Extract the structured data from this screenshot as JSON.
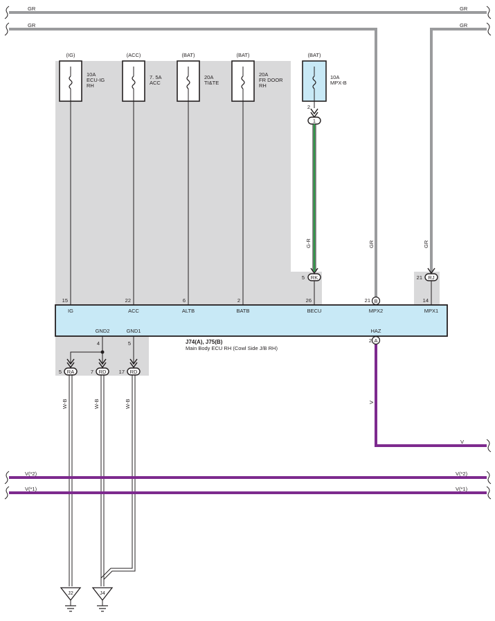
{
  "bus_lines": {
    "gr_top_left": "GR",
    "gr_top_right": "GR",
    "gr_second_left": "GR",
    "gr_second_right": "GR",
    "v2_left": "V(*2)",
    "v2_right": "V(*2)",
    "v1_left": "V(*1)",
    "v1_right": "V(*1)",
    "v_haz_right": "V"
  },
  "fuses": [
    {
      "source": "(IG)",
      "rating": "10A",
      "name_line1": "ECU-IG",
      "name_line2": "RH"
    },
    {
      "source": "(ACC)",
      "rating": "7. 5A",
      "name_line1": "ACC",
      "name_line2": ""
    },
    {
      "source": "(BAT)",
      "rating": "20A",
      "name_line1": "TI&TE",
      "name_line2": ""
    },
    {
      "source": "(BAT)",
      "rating": "20A",
      "name_line1": "FR DOOR",
      "name_line2": "RH"
    },
    {
      "source": "(BAT)",
      "rating": "10A",
      "name_line1": "MPX-B",
      "name_line2": ""
    }
  ],
  "mpxb_link": {
    "pin": "2",
    "connector": "1",
    "wire_color": "G-R"
  },
  "ecu": {
    "title": "J74(A), J75(B)",
    "subtitle": "Main Body ECU RH (Cowl Side J/B RH)",
    "top_terminals": [
      {
        "pin": "15",
        "name": "IG"
      },
      {
        "pin": "22",
        "name": "ACC"
      },
      {
        "pin": "6",
        "name": "ALTB"
      },
      {
        "pin": "2",
        "name": "BATB"
      },
      {
        "pin": "26",
        "name": "BECU"
      },
      {
        "pin": "21",
        "name": "MPX2",
        "connector": "B"
      },
      {
        "pin": "14",
        "name": "MPX1"
      }
    ],
    "bottom_terminals": [
      {
        "pin": "4",
        "name": "GND2"
      },
      {
        "pin": "5",
        "name": "GND1"
      },
      {
        "pin": "2",
        "name": "HAZ",
        "connector": "A"
      }
    ]
  },
  "junction_connectors": {
    "rk": {
      "pin": "5",
      "name": "RK"
    },
    "rj": {
      "pin": "21",
      "name": "RJ"
    },
    "ra": {
      "pin": "5",
      "name": "RA"
    },
    "rd1": {
      "pin": "7",
      "name": "RD"
    },
    "rd2": {
      "pin": "17",
      "name": "RD"
    }
  },
  "wire_labels": {
    "mpx2": "GR",
    "mpx1": "GR",
    "haz": "V",
    "ground1": "W-B",
    "ground2": "W-B",
    "ground3": "W-B"
  },
  "grounds": [
    {
      "name": "J2"
    },
    {
      "name": "J4"
    }
  ],
  "colors": {
    "gray_wire": "#9a9b9d",
    "violet_wire": "#7d2a8e",
    "green_wire": "#2e9a48",
    "ecu_fill": "#c8e9f6",
    "shade": "#d9d9da"
  }
}
